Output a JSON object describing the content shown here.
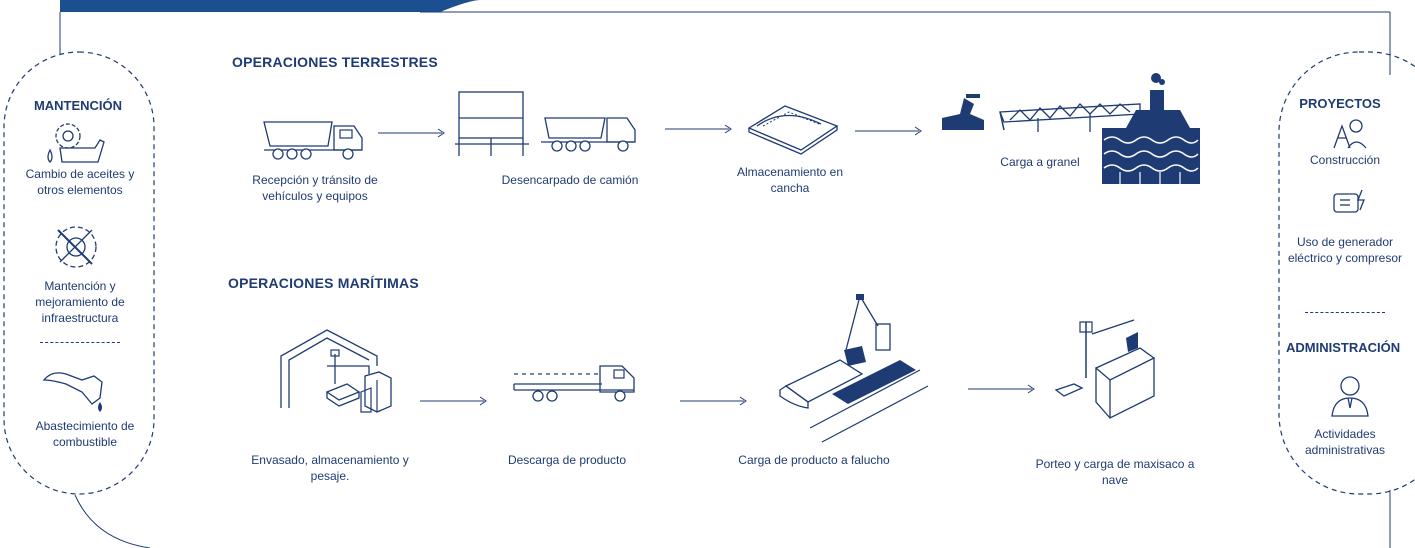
{
  "colors": {
    "primary": "#1f3b73",
    "accent": "#1c4f8f"
  },
  "left_panel": {
    "title": "MANTENCIÓN",
    "items": [
      {
        "icon": "oil-change-icon",
        "label": "Cambio de aceites y otros elementos"
      },
      {
        "icon": "maintenance-gear-icon",
        "label": "Mantención y mejoramiento de infraestructura"
      },
      {
        "icon": "fuel-nozzle-icon",
        "label": "Abastecimiento de combustible"
      }
    ]
  },
  "right_panel": {
    "title": "PROYECTOS",
    "items": [
      {
        "icon": "construction-worker-icon",
        "label": "Construcción"
      },
      {
        "icon": "generator-icon",
        "label": "Uso de generador eléctrico y compresor"
      }
    ],
    "admin_title": "ADMINISTRACIÓN",
    "admin_items": [
      {
        "icon": "person-icon",
        "label": "Actividades administrativas"
      }
    ]
  },
  "land_operations": {
    "title": "OPERACIONES TERRESTRES",
    "steps": [
      {
        "icon": "dump-truck-icon",
        "label": "Recepción y tránsito de vehículos y equipos"
      },
      {
        "icon": "uncovering-truck-icon",
        "label": "Desencarpado de camión"
      },
      {
        "icon": "stockpile-icon",
        "label": "Almacenamiento en cancha"
      },
      {
        "icon": "bulk-loading-ship-icon",
        "label": "Carga a granel"
      }
    ]
  },
  "sea_operations": {
    "title": "OPERACIONES MARÍTIMAS",
    "steps": [
      {
        "icon": "warehouse-scale-icon",
        "label": "Envasado, almacenamiento y pesaje."
      },
      {
        "icon": "flatbed-truck-icon",
        "label": "Descarga de producto"
      },
      {
        "icon": "crane-barge-icon",
        "label": "Carga de producto a falucho"
      },
      {
        "icon": "ship-hold-icon",
        "label": "Porteo y carga de maxisaco a nave"
      }
    ]
  }
}
